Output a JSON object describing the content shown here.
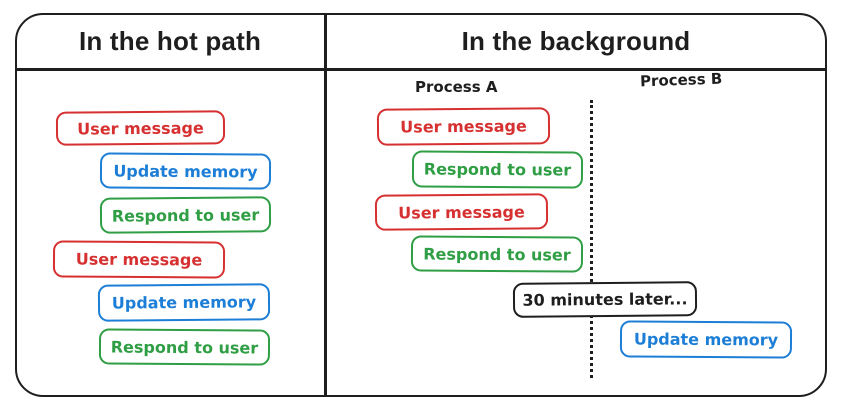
{
  "colors": {
    "red": "#d63031",
    "blue": "#1c7ed6",
    "green": "#2f9e44",
    "black": "#1e1e1e"
  },
  "hot_path": {
    "title": "In the hot path",
    "boxes": [
      {
        "label": "User message",
        "color": "red"
      },
      {
        "label": "Update memory",
        "color": "blue"
      },
      {
        "label": "Respond to user",
        "color": "green"
      },
      {
        "label": "User message",
        "color": "red"
      },
      {
        "label": "Update memory",
        "color": "blue"
      },
      {
        "label": "Respond to user",
        "color": "green"
      }
    ]
  },
  "background": {
    "title": "In the background",
    "process_a": {
      "label": "Process A",
      "boxes": [
        {
          "label": "User message",
          "color": "red"
        },
        {
          "label": "Respond to user",
          "color": "green"
        },
        {
          "label": "User message",
          "color": "red"
        },
        {
          "label": "Respond to user",
          "color": "green"
        }
      ]
    },
    "timing_note": {
      "label": "30 minutes later...",
      "color": "black"
    },
    "process_b": {
      "label": "Process B",
      "boxes": [
        {
          "label": "Update memory",
          "color": "blue"
        }
      ]
    }
  }
}
